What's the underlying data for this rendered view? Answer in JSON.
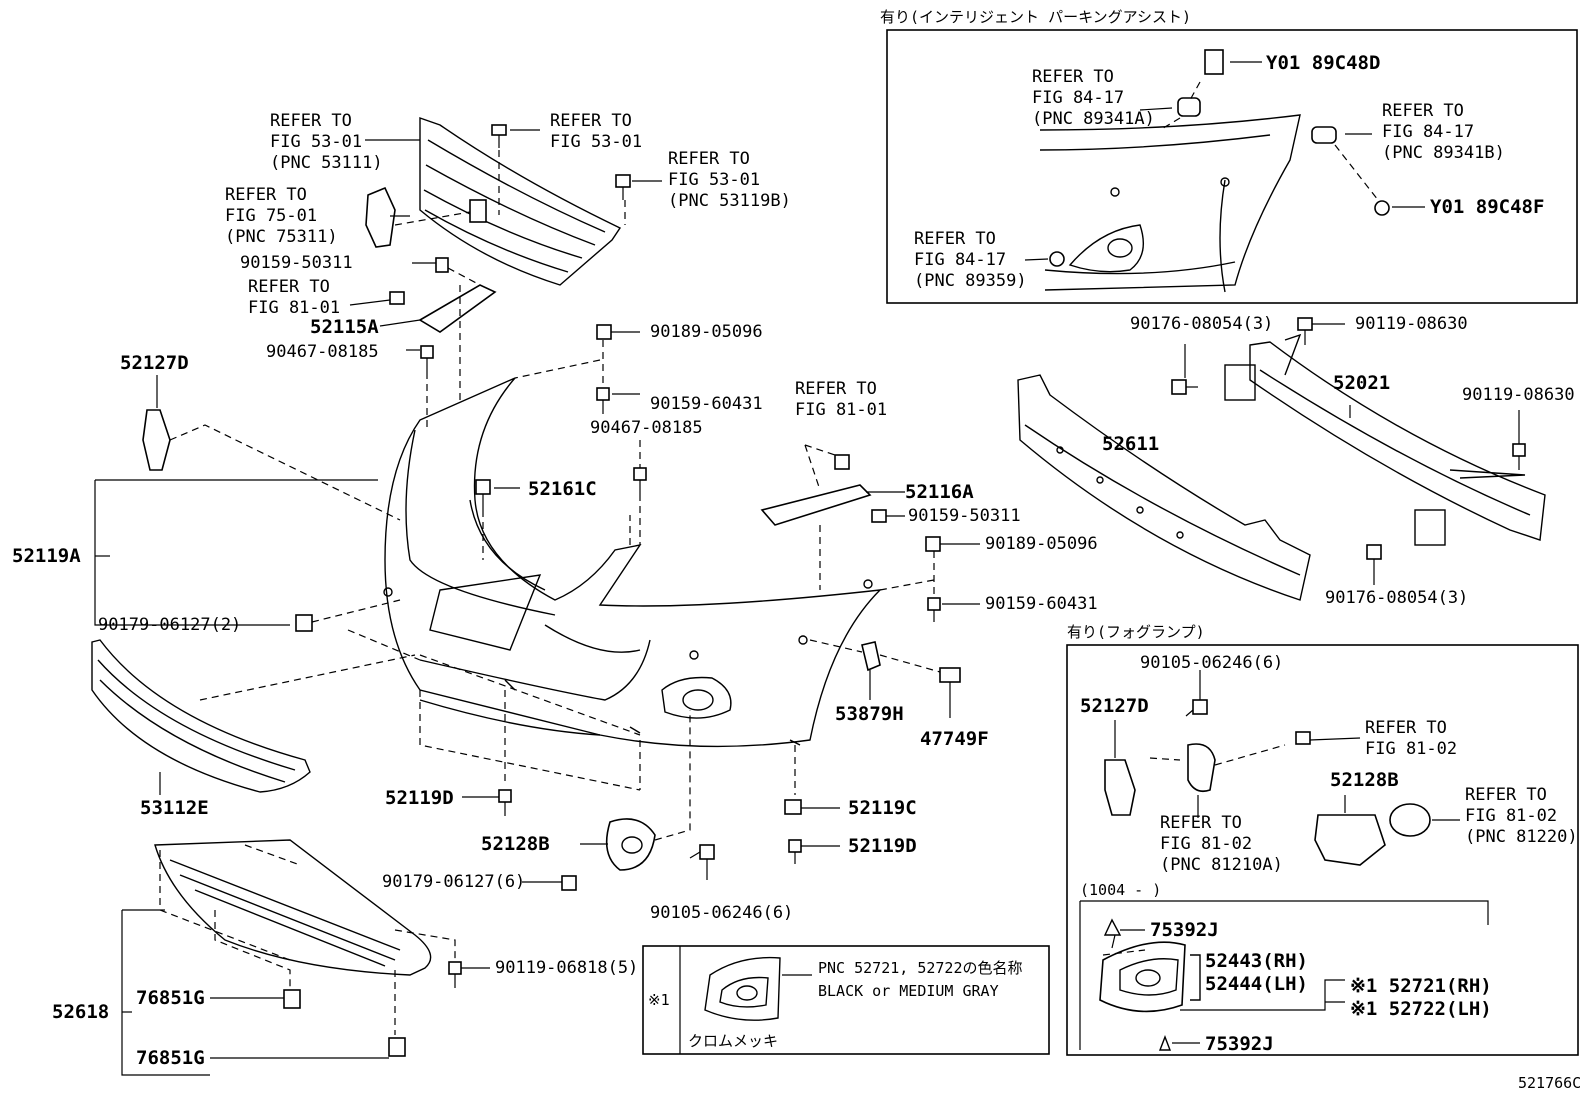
{
  "diagram_id": "521766C",
  "insets": {
    "parking_assist": {
      "title": "有り(インテリジェント パーキングアシスト)",
      "labels": [
        "REFER TO",
        "FIG 84-17",
        "(PNC 89341A)",
        "Y01 89C48D",
        "REFER TO",
        "FIG 84-17",
        "(PNC 89341B)",
        "Y01 89C48F",
        "REFER TO",
        "FIG 84-17",
        "(PNC 89359)"
      ]
    },
    "fog_lamp": {
      "title": "有り(フォグランプ)",
      "labels": [
        "90105-06246(6)",
        "52127D",
        "REFER TO",
        "FIG 81-02",
        "52128B",
        "REFER TO",
        "FIG 81-02",
        "(PNC 81210A)",
        "REFER TO",
        "FIG 81-02",
        "(PNC 81220)",
        "(1004 -    )",
        "75392J",
        "52443(RH)",
        "52444(LH)",
        "※1 52721(RH)",
        "※1 52722(LH)",
        "75392J"
      ]
    },
    "note_box": {
      "marker": "※1",
      "line1": "PNC 52721, 52722の色名称",
      "line2": "BLACK or MEDIUM GRAY",
      "caption": "クロムメッキ"
    }
  },
  "labels": {
    "grille_ref": [
      "REFER TO",
      "FIG 53-01",
      "(PNC 53111)"
    ],
    "clip_ref": [
      "REFER TO",
      "FIG 53-01"
    ],
    "screw_ref": [
      "REFER TO",
      "FIG 53-01",
      "(PNC 53119B)"
    ],
    "emblem_ref": [
      "REFER TO",
      "FIG 75-01",
      "(PNC 75311)"
    ],
    "p90159_50311_a": "90159-50311",
    "bracket_ref": [
      "REFER TO",
      "FIG 81-01"
    ],
    "p52115A": "52115A",
    "p90467_08185_a": "90467-08185",
    "p90189_05096_a": "90189-05096",
    "p52127D": "52127D",
    "p90159_60431_a": "90159-60431",
    "p90467_08185_b": "90467-08185",
    "bracket2_ref": [
      "REFER TO",
      "FIG 81-01"
    ],
    "p52161C": "52161C",
    "p52116A": "52116A",
    "p52119A": "52119A",
    "p90159_50311_b": "90159-50311",
    "p90189_05096_b": "90189-05096",
    "p90159_60431_b": "90159-60431",
    "p90179_06127_2": "90179-06127(2)",
    "p53879H": "53879H",
    "p47749F": "47749F",
    "p53112E": "53112E",
    "p52119D_a": "52119D",
    "p52119C": "52119C",
    "p52128B": "52128B",
    "p52119D_b": "52119D",
    "p90179_06127_6": "90179-06127(6)",
    "p90105_06246_6": "90105-06246(6)",
    "p52618": "52618",
    "p90119_06818_5": "90119-06818(5)",
    "p76851G_a": "76851G",
    "p76851G_b": "76851G",
    "p90176_08054_a": "90176-08054(3)",
    "p90119_08630_a": "90119-08630",
    "p52021": "52021",
    "p52611": "52611",
    "p90119_08630_b": "90119-08630",
    "p90176_08054_b": "90176-08054(3)"
  }
}
